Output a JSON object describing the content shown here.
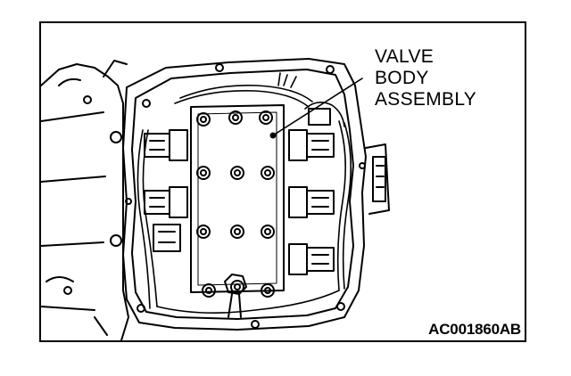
{
  "diagram": {
    "callout_lines": [
      "VALVE",
      "BODY",
      "ASSEMBLY"
    ],
    "figure_code": "AC001860AB",
    "line_color": "#000000",
    "background": "#ffffff"
  }
}
